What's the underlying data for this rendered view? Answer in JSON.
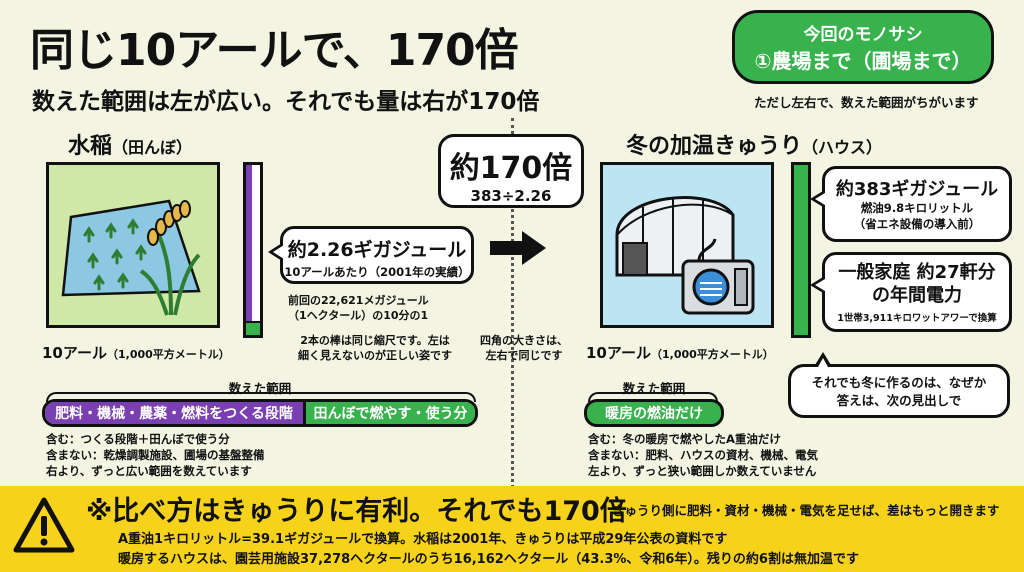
{
  "header": {
    "title": "同じ10アールで、170倍",
    "subtitle": "数えた範囲は左が広い。それでも量は右が170倍"
  },
  "badge": {
    "line1": "今回のモノサシ",
    "line2": "①農場まで（圃場まで）",
    "note": "ただし左右で、数えた範囲がちがいます",
    "color": "#37b24d"
  },
  "left": {
    "title": "水稲",
    "title_sub": "（田んぼ）",
    "area": "10アール",
    "area_sub": "（1,000平方メートル）",
    "bubble_big": "約2.26ギガジュール",
    "bubble_small": "10アールあたり（2001年の実績）",
    "note1_l1": "前回の22,621メガジュール",
    "note1_l2": "（1ヘクタール）の10分の1",
    "note2_l1": "2本の棒は同じ縮尺です。左は",
    "note2_l2": "細く見えないのが正しい姿です",
    "range_label": "数えた範囲",
    "range_seg1": "肥料・機械・農薬・燃料をつくる段階",
    "range_seg2": "田んぼで燃やす・使う分",
    "inc1": "含む：つくる段階＋田んぼで使う分",
    "inc2": "含まない：乾燥調製施設、圃場の基盤整備",
    "inc3": "右より、ずっと広い範囲を数えています",
    "purple_color": "#7a3fb3"
  },
  "center": {
    "ratio_big": "約170倍",
    "ratio_small": "383÷2.26",
    "note_l1": "四角の大きさは、",
    "note_l2": "左右で同じです"
  },
  "right": {
    "title": "冬の加温きゅうり",
    "title_sub": "（ハウス）",
    "area": "10アール",
    "area_sub": "（1,000平方メートル）",
    "bubble1_big": "約383ギガジュール",
    "bubble1_l1": "燃油9.8キロリットル",
    "bubble1_l2": "（省エネ設備の導入前）",
    "bubble2_big_l1": "一般家庭 約27軒分",
    "bubble2_big_l2": "の年間電力",
    "bubble2_small": "1世帯3,911キロワットアワーで換算",
    "bubble3_l1": "それでも冬に作るのは、なぜか",
    "bubble3_l2": "答えは、次の見出しで",
    "range_label": "数えた範囲",
    "range_seg": "暖房の燃油だけ",
    "inc1": "含む：冬の暖房で燃やしたA重油だけ",
    "inc2": "含まない：肥料、ハウスの資材、機械、電気",
    "inc3": "左より、ずっと狭い範囲しか数えていません"
  },
  "banner": {
    "title": "※比べ方はきゅうりに有利。それでも170倍",
    "side": "きゅうり側に肥料・資材・機械・電気を足せば、差はもっと開きます",
    "line2": "A重油1キロリットル=39.1ギガジュールで換算。水稲は2001年、きゅうりは平成29年公表の資料です",
    "line3": "暖房するハウスは、園芸用施設37,278ヘクタールのうち16,162ヘクタール（43.3%、令和6年）。残りの約6割は無加温です",
    "color": "#f6d31a",
    "icon": "warning-icon"
  }
}
